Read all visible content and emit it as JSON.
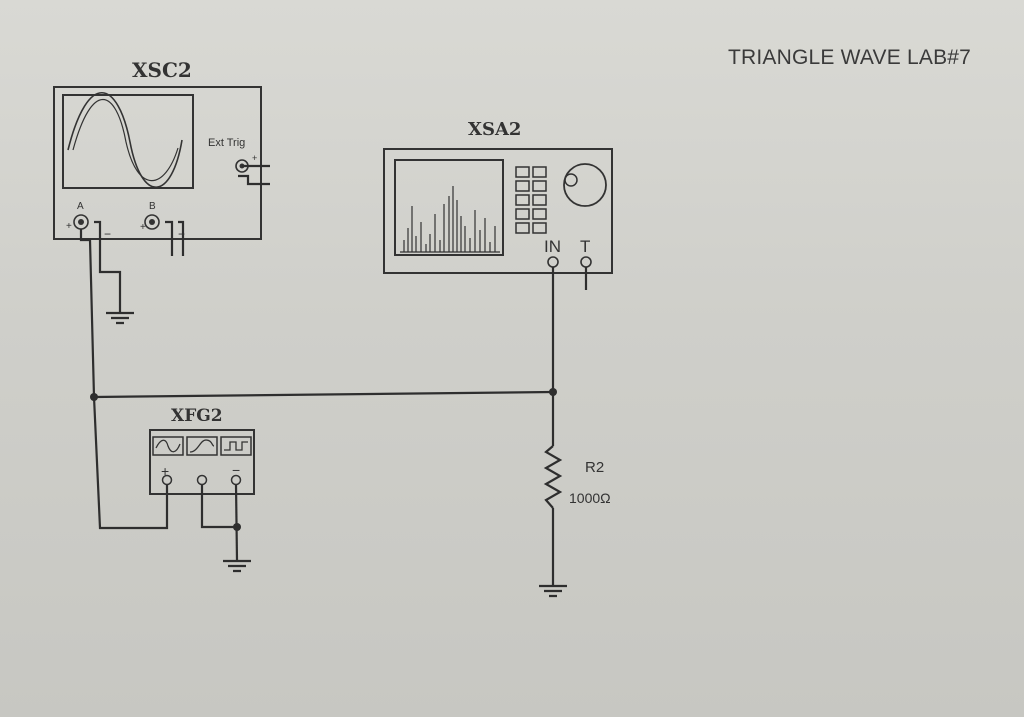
{
  "header": {
    "title": "TRIANGLE WAVE  LAB#7"
  },
  "oscilloscope": {
    "name": "XSC2",
    "ext_trig_label": "Ext Trig",
    "channel_a_label": "A",
    "channel_b_label": "B",
    "plus_sign": "+",
    "minus_sign": "−"
  },
  "spectrum_analyzer": {
    "name": "XSA2",
    "in_label": "IN",
    "trigger_label": "T"
  },
  "function_generator": {
    "name": "XFG2",
    "plus_label": "+",
    "minus_label": "−",
    "waveforms": [
      "sine-icon",
      "triangle-icon",
      "square-icon"
    ]
  },
  "resistor": {
    "name": "R2",
    "value": "1000Ω"
  },
  "colors": {
    "ink": "#2e2e2e",
    "paper": "#d2d2cd"
  }
}
